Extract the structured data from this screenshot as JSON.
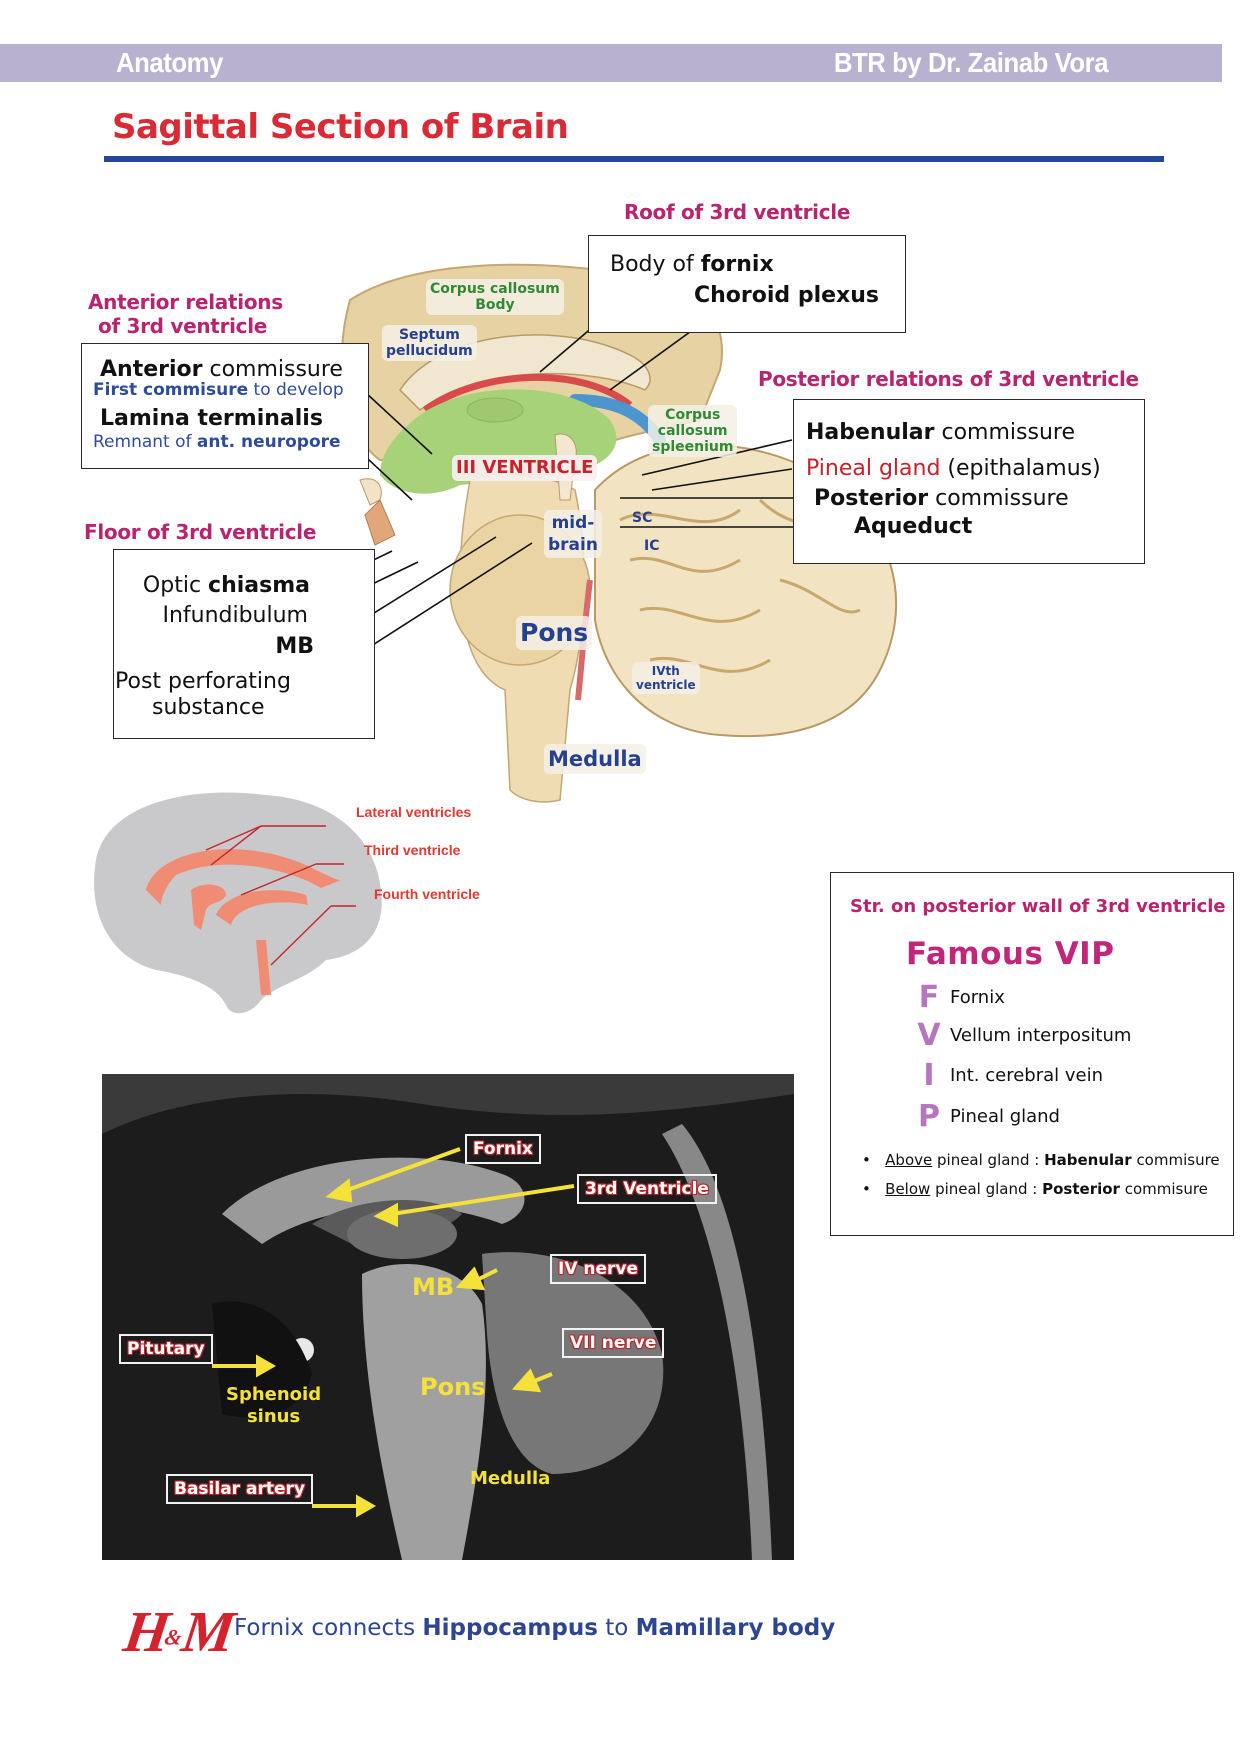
{
  "header": {
    "left": "Anatomy",
    "right": "BTR by Dr. Zainab Vora"
  },
  "page_title": "Sagittal Section of Brain",
  "colors": {
    "header_bar": "#b8b1d0",
    "title_red": "#d92a35",
    "rule_blue": "#22479b",
    "section_magenta": "#b8246e",
    "note_blue": "#2d4c9a",
    "ventricle_green": "#a8d27a",
    "fvip_letters": "#b676be",
    "mri_yellow": "#f4e23a"
  },
  "roof": {
    "heading": "Roof of 3rd ventricle",
    "items": [
      {
        "pre": "Body of ",
        "bold": "fornix"
      },
      {
        "bold": "Choroid plexus"
      }
    ]
  },
  "anterior": {
    "heading_line1": "Anterior relations",
    "heading_line2": "of 3rd ventricle",
    "item1_bold": "Anterior",
    "item1_rest": " commissure",
    "item1_note_bold": "First commisure",
    "item1_note_rest": " to develop",
    "item2_bold": "Lamina terminalis",
    "item2_note_pre": "Remnant of ",
    "item2_note_bold": "ant. neuropore"
  },
  "floor": {
    "heading": "Floor of 3rd ventricle",
    "item1_pre": "Optic ",
    "item1_bold": "chiasma",
    "item2": "Infundibulum",
    "item3": "MB",
    "item4_line1": "Post perforating",
    "item4_line2": "substance"
  },
  "posterior": {
    "heading": "Posterior relations of 3rd ventricle",
    "item1_bold": "Habenular",
    "item1_rest": " commissure",
    "item2_red": "Pineal gland",
    "item2_rest": " (epithalamus)",
    "item3_bold": "Posterior",
    "item3_rest": " commissure",
    "item4_bold": "Aqueduct"
  },
  "diagram_labels": {
    "cc_body_1": "Corpus callosum",
    "cc_body_2": "Body",
    "septum_1": "Septum",
    "septum_2": "pellucidum",
    "third_ventricle": "III VENTRICLE",
    "cc_spl_1": "Corpus",
    "cc_spl_2": "callosum",
    "cc_spl_3": "spleenium",
    "midbrain_1": "mid-",
    "midbrain_2": "brain",
    "sc": "SC",
    "ic": "IC",
    "pons": "Pons",
    "fourth_1": "IVth",
    "fourth_2": "ventricle",
    "medulla": "Medulla"
  },
  "ventricle_diagram": {
    "lateral": "Lateral ventricles",
    "third": "Third ventricle",
    "fourth": "Fourth ventricle"
  },
  "fvip": {
    "heading": "Str. on posterior wall of 3rd ventricle",
    "title": "Famous VIP",
    "items": [
      {
        "letter": "F",
        "text": "Fornix"
      },
      {
        "letter": "V",
        "text": "Vellum interpositum"
      },
      {
        "letter": "I",
        "text": "Int. cerebral vein"
      },
      {
        "letter": "P",
        "text": "Pineal gland"
      }
    ],
    "bullets": [
      {
        "u": "Above",
        "mid": " pineal gland : ",
        "b": "Habenular",
        "end": " commisure"
      },
      {
        "u": "Below",
        "mid": " pineal gland : ",
        "b": "Posterior",
        "end": " commisure"
      }
    ]
  },
  "mri": {
    "tags": {
      "fornix": "Fornix",
      "third_ventricle": "3rd Ventricle",
      "iv_nerve": "IV nerve",
      "vii_nerve": "VII nerve",
      "pituitary": "Pitutary",
      "basilar": "Basilar artery"
    },
    "yellow": {
      "mb": "MB",
      "pons": "Pons",
      "medulla": "Medulla",
      "sphenoid_1": "Sphenoid",
      "sphenoid_2": "sinus"
    }
  },
  "footer": {
    "logo_h": "H",
    "logo_amp": "&",
    "logo_m": "M",
    "pre": "Fornix connects ",
    "b1": "Hippocampus",
    "mid": " to ",
    "b2": "Mamillary body"
  }
}
